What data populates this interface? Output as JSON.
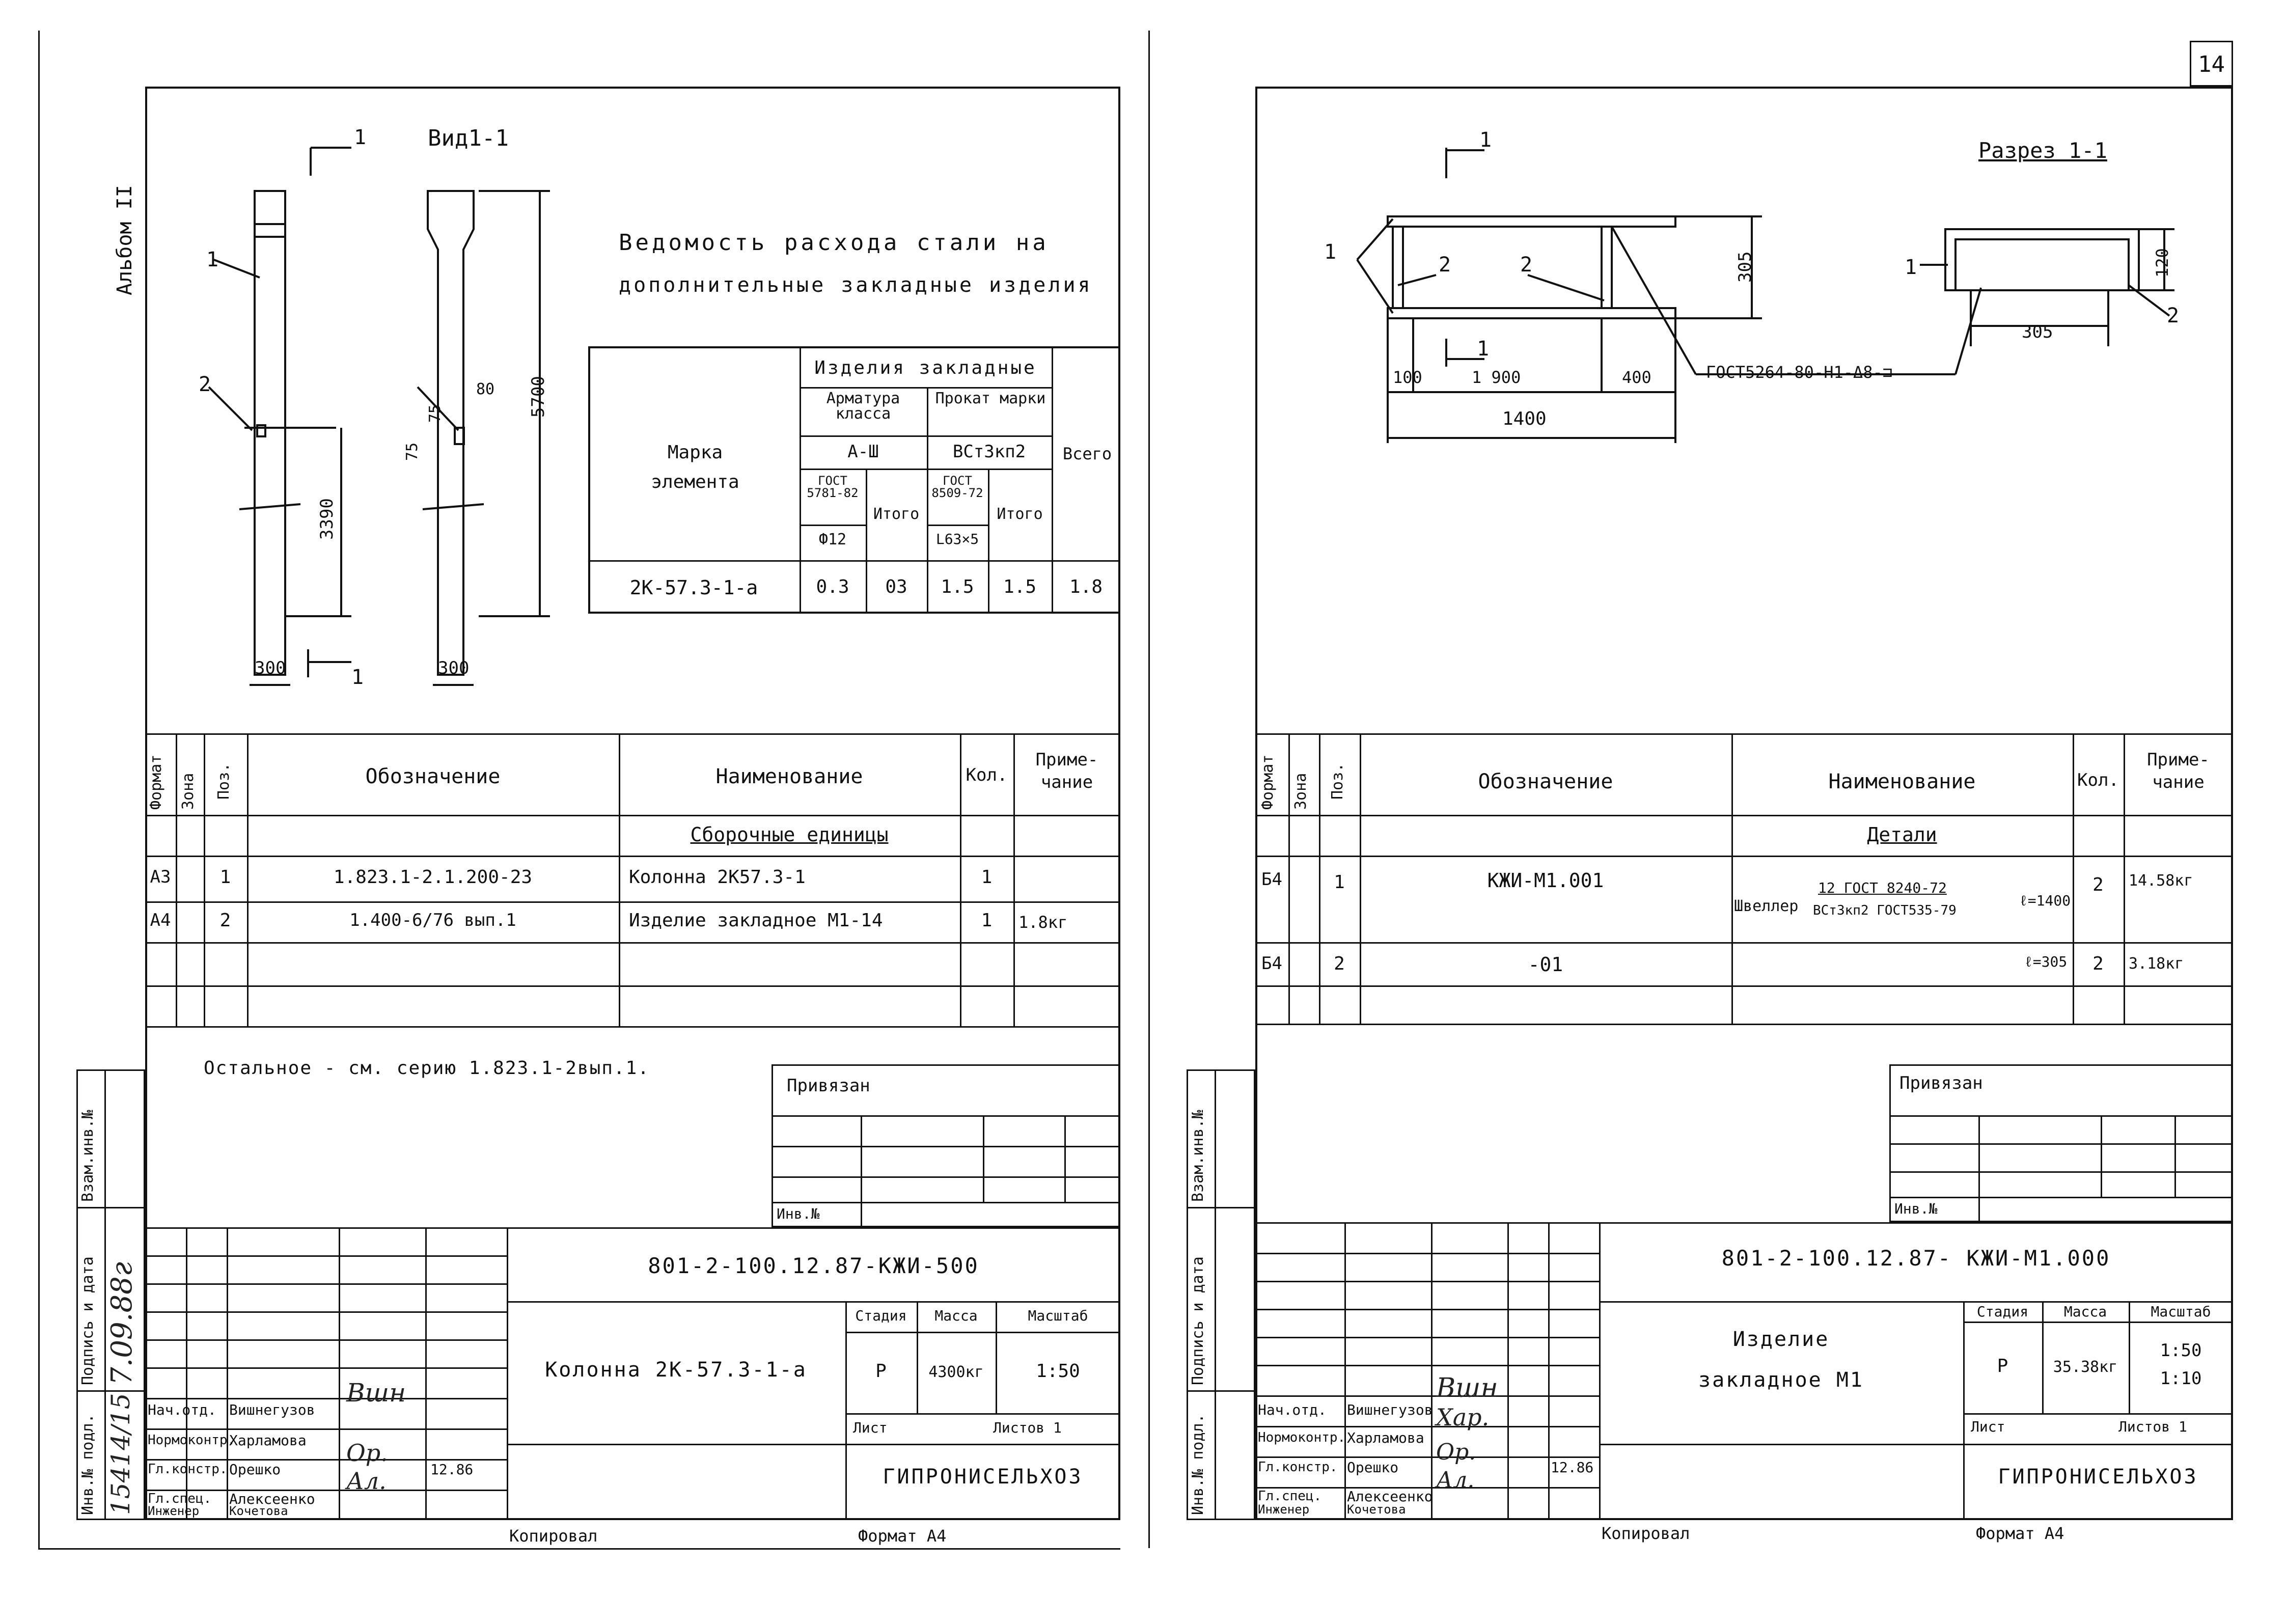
{
  "page_number": "14",
  "album_label": "Альбом II",
  "left": {
    "view_title": "Вид1-1",
    "section_mark": "1",
    "callouts": {
      "p1": "1",
      "p2": "2"
    },
    "dims": {
      "d300a": "300",
      "d300b": "300",
      "d3390": "3390",
      "d5700": "5700",
      "d75a": "75",
      "d75b": "75",
      "d80": "80"
    },
    "statement_title_1": "Ведомость расхода стали на",
    "statement_title_2": "дополнительные закладные изделия",
    "steel_table": {
      "h_group": "Изделия закладные",
      "h_mark": "Марка элемента",
      "h_armature": "Арматура класса",
      "h_prokat": "Прокат марки",
      "h_total": "Всего",
      "h_a3": "А-Ш",
      "h_vst": "ВСт3кп2",
      "h_gost1": "ГОСТ 5781-82",
      "h_gost2": "ГОСТ 8509-72",
      "h_itogo1": "Итого",
      "h_itogo2": "Итого",
      "h_d12": "Ф12",
      "h_l63": "L63×5",
      "row": {
        "mark": "2К-57.3-1-а",
        "v1": "0.3",
        "v2": "03",
        "v3": "1.5",
        "v4": "1.5",
        "v5": "1.8"
      }
    },
    "spec": {
      "headers": {
        "format": "Формат",
        "zone": "Зона",
        "pos": "Поз.",
        "designation": "Обозначение",
        "name": "Наименование",
        "qty": "Кол.",
        "note": "Приме-чание"
      },
      "section": "Сборочные единицы",
      "rows": [
        {
          "format": "А3",
          "pos": "1",
          "designation": "1.823.1-2.1.200-23",
          "name": "Колонна 2К57.3-1",
          "qty": "1",
          "note": ""
        },
        {
          "format": "А4",
          "pos": "2",
          "designation": "1.400-6/76 вып.1",
          "name": "Изделие закладное М1-14",
          "qty": "1",
          "note": "1.8кг"
        }
      ]
    },
    "note_text": "Остальное - см. серию 1.823.1-2вып.1.",
    "privyazan": "Привязан",
    "inv_label": "Инв.№",
    "stamp": {
      "code": "801-2-100.12.87-КЖИ-500",
      "title": "Колонна 2К-57.3-1-а",
      "stage_h": "Стадия",
      "mass_h": "Масса",
      "scale_h": "Масштаб",
      "stage": "Р",
      "mass": "4300кг",
      "scale": "1:50",
      "sheet": "Лист",
      "sheets": "Листов 1",
      "org": "ГИПРОНИСЕЛЬХОЗ",
      "roles": [
        "Нач.отд.",
        "Нормоконтр.",
        "Гл.констр.",
        "Гл.спец.",
        "Инженер"
      ],
      "names": [
        "Вишнегузов",
        "Харламова",
        "Орешко",
        "Алексеенко",
        "Кочетова"
      ],
      "date": "12.86"
    },
    "copied": "Копировал",
    "format": "Формат А4",
    "side_labels": [
      "Инв.№ подл.",
      "Подпись и дата",
      "Взам.инв.№"
    ],
    "handwritten_inv": "15414/15",
    "handwritten_date": "7.09.88г"
  },
  "right": {
    "section_title": "Разрез 1-1",
    "section_mark": "1",
    "callouts": {
      "p1a": "1",
      "p2a": "2",
      "p2b": "2",
      "p1b": "1",
      "p2c": "2"
    },
    "dims": {
      "d305v": "305",
      "d100": "100",
      "d900": "1 900",
      "d400": "400",
      "d1400": "1400",
      "d305": "305",
      "d120": "120"
    },
    "weld_note": "ГОСТ5264-80-Н1-Δ8-⊐",
    "spec": {
      "headers": {
        "format": "Формат",
        "zone": "Зона",
        "pos": "Поз.",
        "designation": "Обозначение",
        "name": "Наименование",
        "qty": "Кол.",
        "note": "Приме-чание"
      },
      "section": "Детали",
      "rows": [
        {
          "format": "Б4",
          "pos": "1",
          "designation": "КЖИ-М1.001",
          "name_a": "Швеллер",
          "name_b": "12 ГОСТ 8240-72",
          "name_c": "ВСт3кп2 ГОСТ535-79",
          "len": "ℓ=1400",
          "qty": "2",
          "note": "14.58кг"
        },
        {
          "format": "Б4",
          "pos": "2",
          "designation": "-01",
          "len": "ℓ=305",
          "qty": "2",
          "note": "3.18кг"
        }
      ]
    },
    "privyazan": "Привязан",
    "inv_label": "Инв.№",
    "stamp": {
      "code": "801-2-100.12.87- КЖИ-М1.000",
      "title_1": "Изделие",
      "title_2": "закладное М1",
      "stage_h": "Стадия",
      "mass_h": "Масса",
      "scale_h": "Масштаб",
      "stage": "Р",
      "mass": "35.38кг",
      "scale_1": "1:50",
      "scale_2": "1:10",
      "sheet": "Лист",
      "sheets": "Листов 1",
      "org": "ГИПРОНИСЕЛЬХОЗ",
      "roles": [
        "Нач.отд.",
        "Нормоконтр.",
        "Гл.констр.",
        "Гл.спец.",
        "Инженер"
      ],
      "names": [
        "Вишнегузов",
        "Харламова",
        "Орешко",
        "Алексеенко",
        "Кочетова"
      ],
      "date": "12.86"
    },
    "copied": "Копировал",
    "format": "Формат А4",
    "side_labels": [
      "Инв.№ подл.",
      "Подпись и дата",
      "Взам.инв.№"
    ]
  }
}
